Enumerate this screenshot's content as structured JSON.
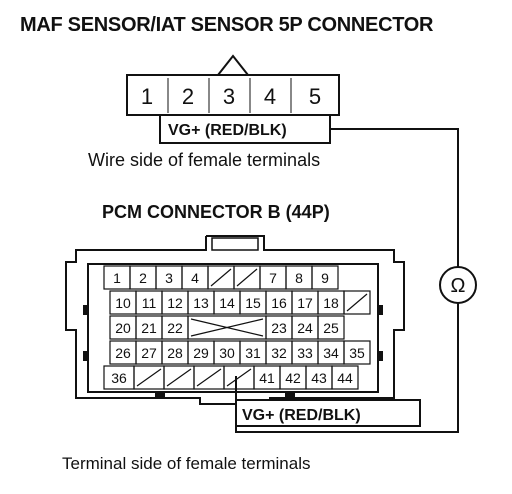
{
  "header": {
    "title": "MAF SENSOR/IAT SENSOR 5P CONNECTOR"
  },
  "maf_connector": {
    "pins": [
      "1",
      "2",
      "3",
      "4",
      "5"
    ],
    "wire_label": "VG+ (RED/BLK)",
    "caption": "Wire side of female terminals"
  },
  "pcm_connector": {
    "title": "PCM CONNECTOR B (44P)",
    "rows": [
      [
        "1",
        "2",
        "3",
        "4",
        "",
        "",
        "7",
        "8",
        "9"
      ],
      [
        "10",
        "11",
        "12",
        "13",
        "14",
        "15",
        "16",
        "17",
        "18",
        ""
      ],
      [
        "20",
        "21",
        "22",
        "",
        "",
        "",
        "23",
        "24",
        "25"
      ],
      [
        "26",
        "27",
        "28",
        "29",
        "30",
        "31",
        "32",
        "33",
        "34",
        "35"
      ],
      [
        "36",
        "",
        "",
        "",
        "",
        "41",
        "42",
        "43",
        "44"
      ]
    ],
    "wire_label": "VG+ (RED/BLK)",
    "caption": "Terminal side of female terminals"
  },
  "meter": {
    "symbol": "Ω"
  }
}
